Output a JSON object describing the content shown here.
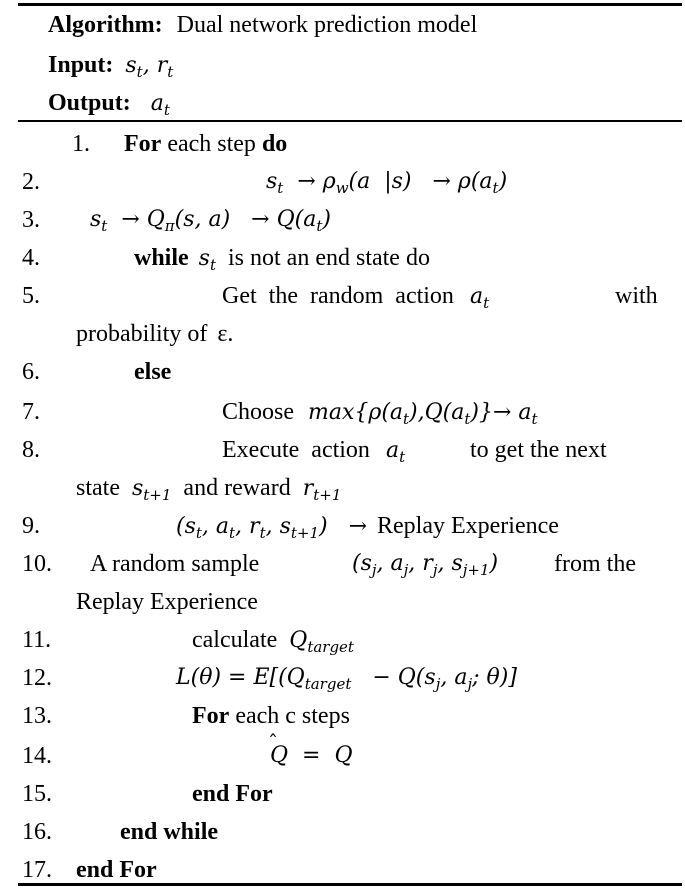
{
  "header": {
    "algorithm_label": "Algorithm:",
    "algorithm_name": "Dual network prediction model",
    "input_label": "Input:",
    "input_value": "s_t, r_t",
    "output_label": "Output:",
    "output_value": "a_t"
  },
  "steps": [
    {
      "num": "1.",
      "text": "For each step do"
    },
    {
      "num": "2.",
      "text": "s_t → ρ_w(a |s) → ρ(a_t)"
    },
    {
      "num": "3.",
      "text": "s_t → Q_π(s, a) → Q(a_t)"
    },
    {
      "num": "4.",
      "text": "while s_t is not an end state do"
    },
    {
      "num": "5.",
      "text": "Get the random action a_t with probability of ε."
    },
    {
      "num": "6.",
      "text": "else"
    },
    {
      "num": "7.",
      "text": "Choose max{ρ(a_t), Q(a_t)} → a_t"
    },
    {
      "num": "8.",
      "text": "Execute action a_t to get the next state s_{t+1} and reward r_{t+1}"
    },
    {
      "num": "9.",
      "text": "(s_t, a_t, r_t, s_{t+1}) → Replay Experience"
    },
    {
      "num": "10.",
      "text": "A random sample (s_j, a_j, r_j, s_{j+1}) from the Replay Experience"
    },
    {
      "num": "11.",
      "text": "calculate Q_target"
    },
    {
      "num": "12.",
      "text": "L(θ) = E[(Q_target − Q(s_j, a_j; θ)]"
    },
    {
      "num": "13.",
      "text": "For each c steps"
    },
    {
      "num": "14.",
      "text": "Q̂ = Q"
    },
    {
      "num": "15.",
      "text": "end For"
    },
    {
      "num": "16.",
      "text": "end while"
    },
    {
      "num": "17.",
      "text": "end For"
    }
  ],
  "tokens": {
    "for": "For",
    "each_step": "each step",
    "do": "do",
    "while": "while",
    "not_end_state": "is not an end state do",
    "get_random": "Get the random action",
    "with": "with",
    "probability_of": "probability of",
    "epsilon_dot": "ε.",
    "else": "else",
    "choose": "Choose",
    "execute": "Execute action",
    "to_get_next": "to get the next",
    "state": "state",
    "and_reward": "and reward",
    "replay_experience": "Replay Experience",
    "a_random_sample": "A random sample",
    "from_the": "from the",
    "calculate": "calculate",
    "each_c_steps": "each c steps",
    "end_for": "end For",
    "end_while": "end while"
  }
}
